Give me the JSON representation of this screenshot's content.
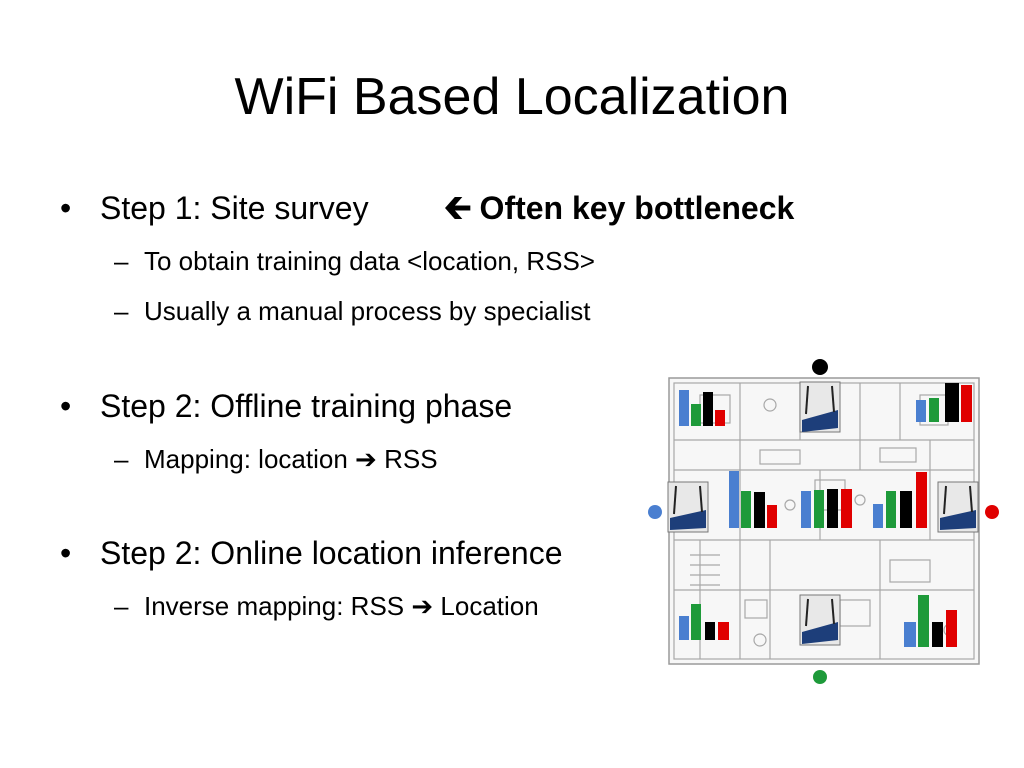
{
  "slide": {
    "title": "WiFi Based Localization",
    "bullets": [
      {
        "text": "Step 1: Site survey",
        "note_arrow": "🡰",
        "note": "Often key bottleneck",
        "subs": [
          "To obtain training data <location, RSS>",
          "Usually a manual process by specialist"
        ]
      },
      {
        "text": "Step 2: Offline training phase",
        "subs_rich": [
          {
            "before": "Mapping: location",
            "arrow": "➔",
            "after": "RSS"
          }
        ]
      },
      {
        "text": "Step 2: Online location inference",
        "subs_rich": [
          {
            "before": "Inverse mapping: RSS",
            "arrow": "➔",
            "after": "Location"
          }
        ]
      }
    ],
    "bullet_glyph": "•",
    "dash_glyph": "–"
  },
  "figure": {
    "colors": {
      "blue": "#4a7fd0",
      "green": "#1e9a3a",
      "black": "#000000",
      "red": "#e00000",
      "floorplan": "#b9b9b9"
    },
    "access_point_markers": [
      "black",
      "blue",
      "red",
      "green"
    ],
    "icon": "wifi-router-icon"
  }
}
